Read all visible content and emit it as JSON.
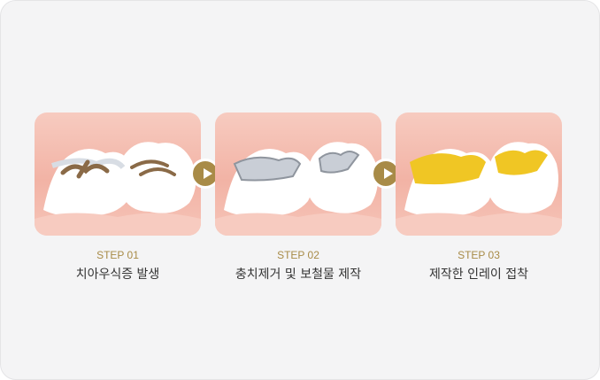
{
  "steps": [
    {
      "label": "STEP 01",
      "title": "치아우식증 발생",
      "image": "decayed-teeth"
    },
    {
      "label": "STEP 02",
      "title": "충치제거 및 보철물 제작",
      "image": "prepared-teeth"
    },
    {
      "label": "STEP 03",
      "title": "제작한 인레이 접착",
      "image": "inlay-teeth"
    }
  ],
  "colors": {
    "accent": "#a88b47",
    "gum": "#f2b3a5",
    "decay": "#8a6a47",
    "inlay": "#f0c624"
  },
  "icons": {
    "arrow": "play-arrow-icon"
  }
}
